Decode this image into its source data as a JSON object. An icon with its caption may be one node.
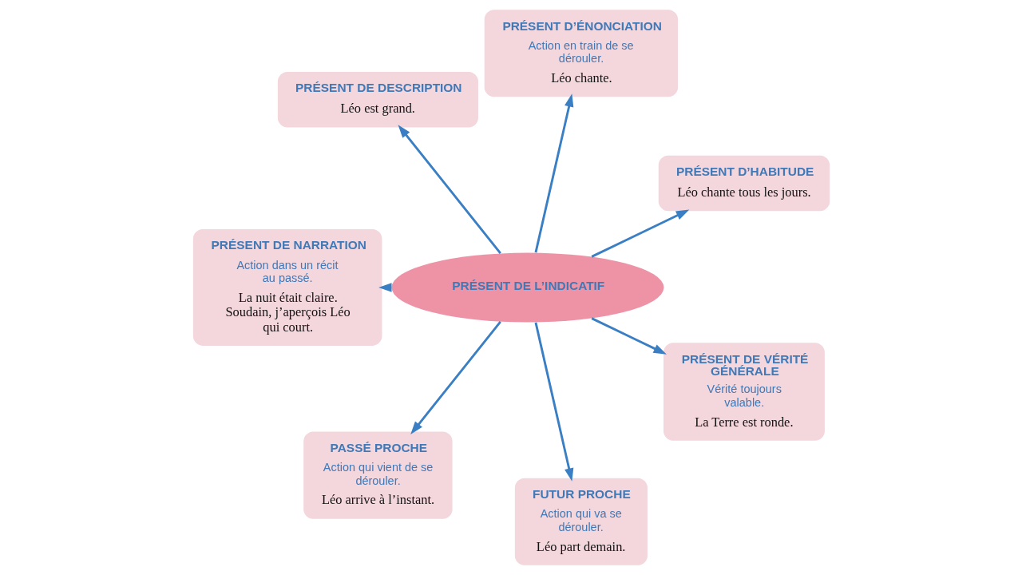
{
  "diagram": {
    "nodes": [
      {
        "text": [
          "PRÉSENT D’ÉNONCIATION",
          "Action en train de se dérouler.",
          "Léo chante."
        ]
      },
      {
        "text": [
          "PRÉSENT DE DESCRIPTION",
          "Léo est grand."
        ]
      },
      {
        "text": [
          "PRÉSENT D’HABITUDE",
          "Léo chante tous les jours."
        ]
      },
      {
        "text": [
          "PRÉSENT DE NARRATION",
          "Action dans un récit au passé.",
          "La nuit était claire. Soudain, j’aperçois Léo qui court."
        ]
      },
      {
        "text": [
          "PRÉSENT DE L’INDICATIF"
        ]
      },
      {
        "text": [
          "PRÉSENT DE VÉRITÉ GÉNÉRALE",
          "Vérité toujours valable.",
          "La Terre est ronde."
        ]
      },
      {
        "text": [
          "PASSÉ PROCHE",
          "Action qui vient de se dérouler.",
          "Léo arrive à l’instant."
        ]
      },
      {
        "text": [
          "FUTUR PROCHE",
          "Action qui va se dérouler.",
          "Léo part demain."
        ]
      }
    ],
    "edges": [
      {
        "from": 4,
        "to": 0,
        "arrow": "to"
      },
      {
        "from": 4,
        "to": 2,
        "arrow": "to"
      },
      {
        "from": 4,
        "to": 5,
        "arrow": "to"
      },
      {
        "from": 4,
        "to": 7,
        "arrow": "to"
      },
      {
        "from": 4,
        "to": 6,
        "arrow": "to"
      },
      {
        "from": 4,
        "to": 3,
        "arrow": "to"
      },
      {
        "from": 4,
        "to": 1,
        "arrow": "to"
      }
    ]
  }
}
